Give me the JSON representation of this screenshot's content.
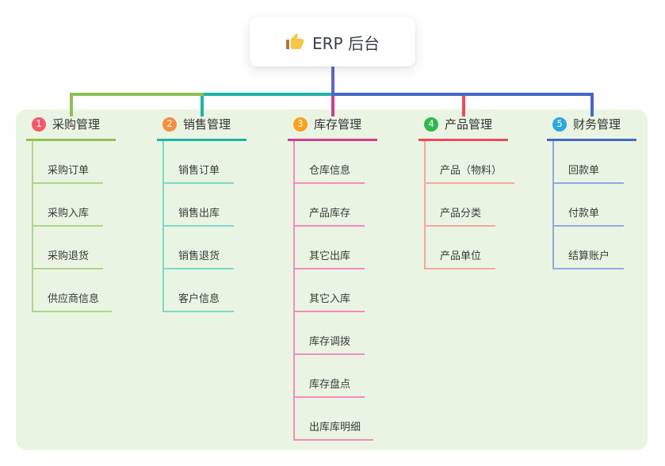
{
  "root": {
    "label": "ERP 后台",
    "icon": "thumbs-up-icon",
    "icon_color": "#F6C644",
    "icon_cuff_color": "#B5733A"
  },
  "colors": {
    "page_bg": "#ffffff",
    "panel_bg": "#E9F5E2",
    "root_line": "#5C69C5",
    "title_text": "#333333",
    "child_text": "#3a3a3a"
  },
  "branches": [
    {
      "badge": "1",
      "label": "采购管理",
      "badge_color": "#F4586B",
      "line_color": "#8DC153",
      "child_line_color": "#ACD58A",
      "children": [
        "采购订单",
        "采购入库",
        "采购退货",
        "供应商信息"
      ]
    },
    {
      "badge": "2",
      "label": "销售管理",
      "badge_color": "#F98C3D",
      "line_color": "#1FB2A6",
      "child_line_color": "#7FD6CB",
      "children": [
        "销售订单",
        "销售出库",
        "销售退货",
        "客户信息"
      ]
    },
    {
      "badge": "3",
      "label": "库存管理",
      "badge_color": "#FAA21C",
      "line_color": "#D13C8F",
      "child_line_color": "#F28CBA",
      "children": [
        "仓库信息",
        "产品库存",
        "其它出库",
        "其它入库",
        "库存调拨",
        "库存盘点",
        "出库库明细"
      ]
    },
    {
      "badge": "4",
      "label": "产品管理",
      "badge_color": "#2EB84E",
      "line_color": "#F0485A",
      "child_line_color": "#F6A6A0",
      "children": [
        "产品（物料）",
        "产品分类",
        "产品单位"
      ]
    },
    {
      "badge": "5",
      "label": "财务管理",
      "badge_color": "#2EA6E0",
      "line_color": "#4467C6",
      "child_line_color": "#91A9DE",
      "children": [
        "回款单",
        "付款单",
        "结算账户"
      ]
    }
  ]
}
